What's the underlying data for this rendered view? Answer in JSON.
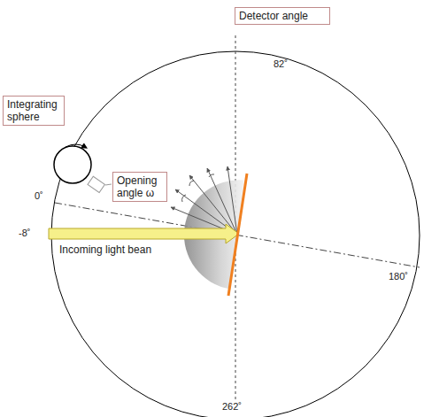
{
  "diagram": {
    "nodes": [
      {
        "text": [
          "Detector angle"
        ]
      },
      {
        "text": [
          "Integrating sphere"
        ]
      },
      {
        "text": [
          "Opening angle ω"
        ]
      }
    ],
    "labels": [
      "82˚",
      "0˚",
      "-8˚",
      "180˚",
      "262˚",
      "Incoming light bean"
    ]
  }
}
